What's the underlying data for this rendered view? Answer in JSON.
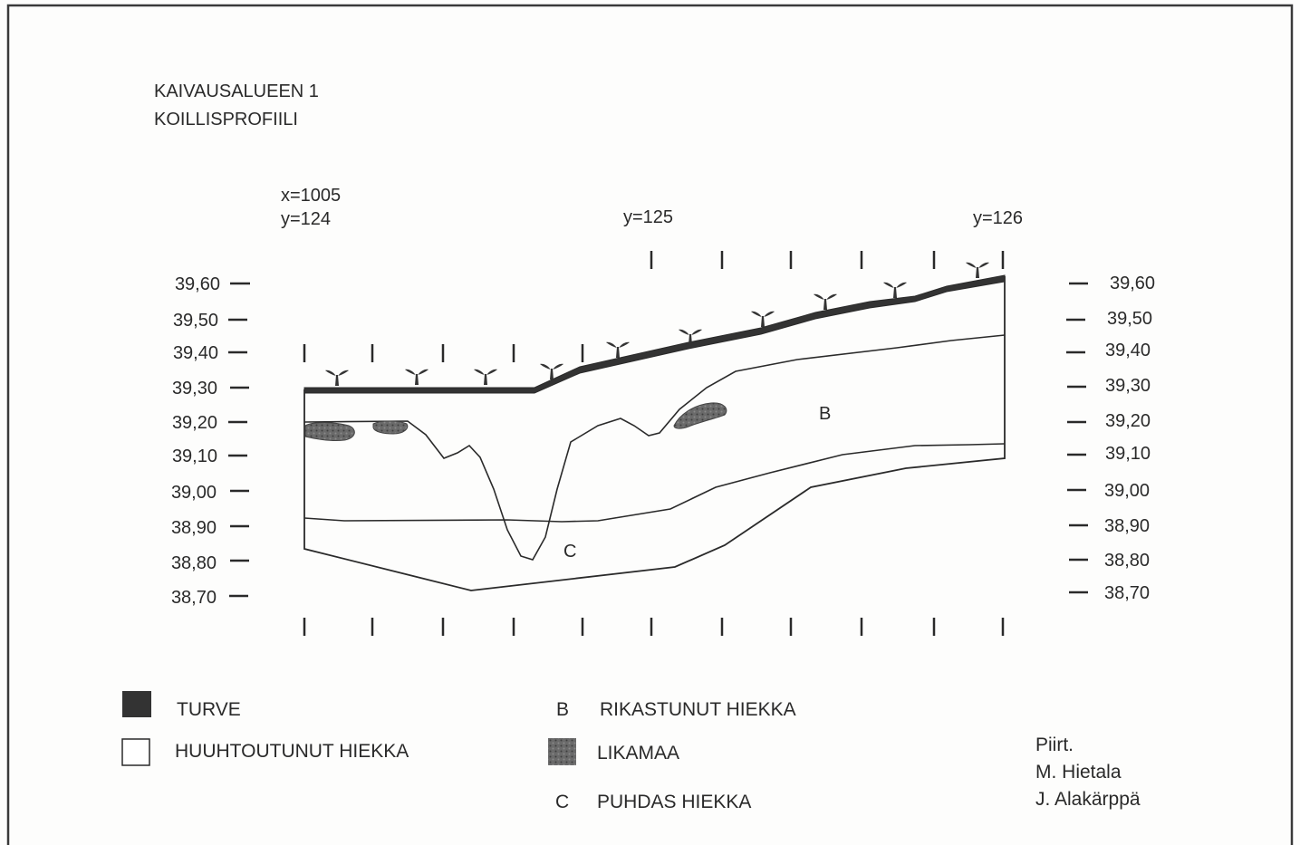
{
  "title": {
    "line1": "KAIVAUSALUEEN 1",
    "line2": "KOILLISPROFIILI"
  },
  "coords": {
    "start_x": "x=1005",
    "start_y": "y=124",
    "mid_y": "y=125",
    "end_y": "y=126"
  },
  "elevation_labels": [
    "39,60",
    "39,50",
    "39,40",
    "39,30",
    "39,20",
    "39,10",
    "39,00",
    "38,90",
    "38,80",
    "38,70"
  ],
  "zone_labels": {
    "b": "B",
    "c": "C"
  },
  "legend": {
    "turve": "TURVE",
    "huuhtoutunut": "HUUHTOUTUNUT HIEKKA",
    "b_letter": "B",
    "rikastunut": "RIKASTUNUT HIEKKA",
    "likamaa": "LIKAMAA",
    "c_letter": "C",
    "puhdas": "PUHDAS HIEKKA"
  },
  "credits": {
    "line1": "Piirt.",
    "line2": "M. Hietala",
    "line3": "J. Alakärppä"
  },
  "colors": {
    "frame": "#3a3a3a",
    "ink": "#2a2a2a",
    "turve": "#333333",
    "likamaa": "#555555",
    "background": "#fdfdfc"
  },
  "icons": [
    "plant-icon"
  ]
}
